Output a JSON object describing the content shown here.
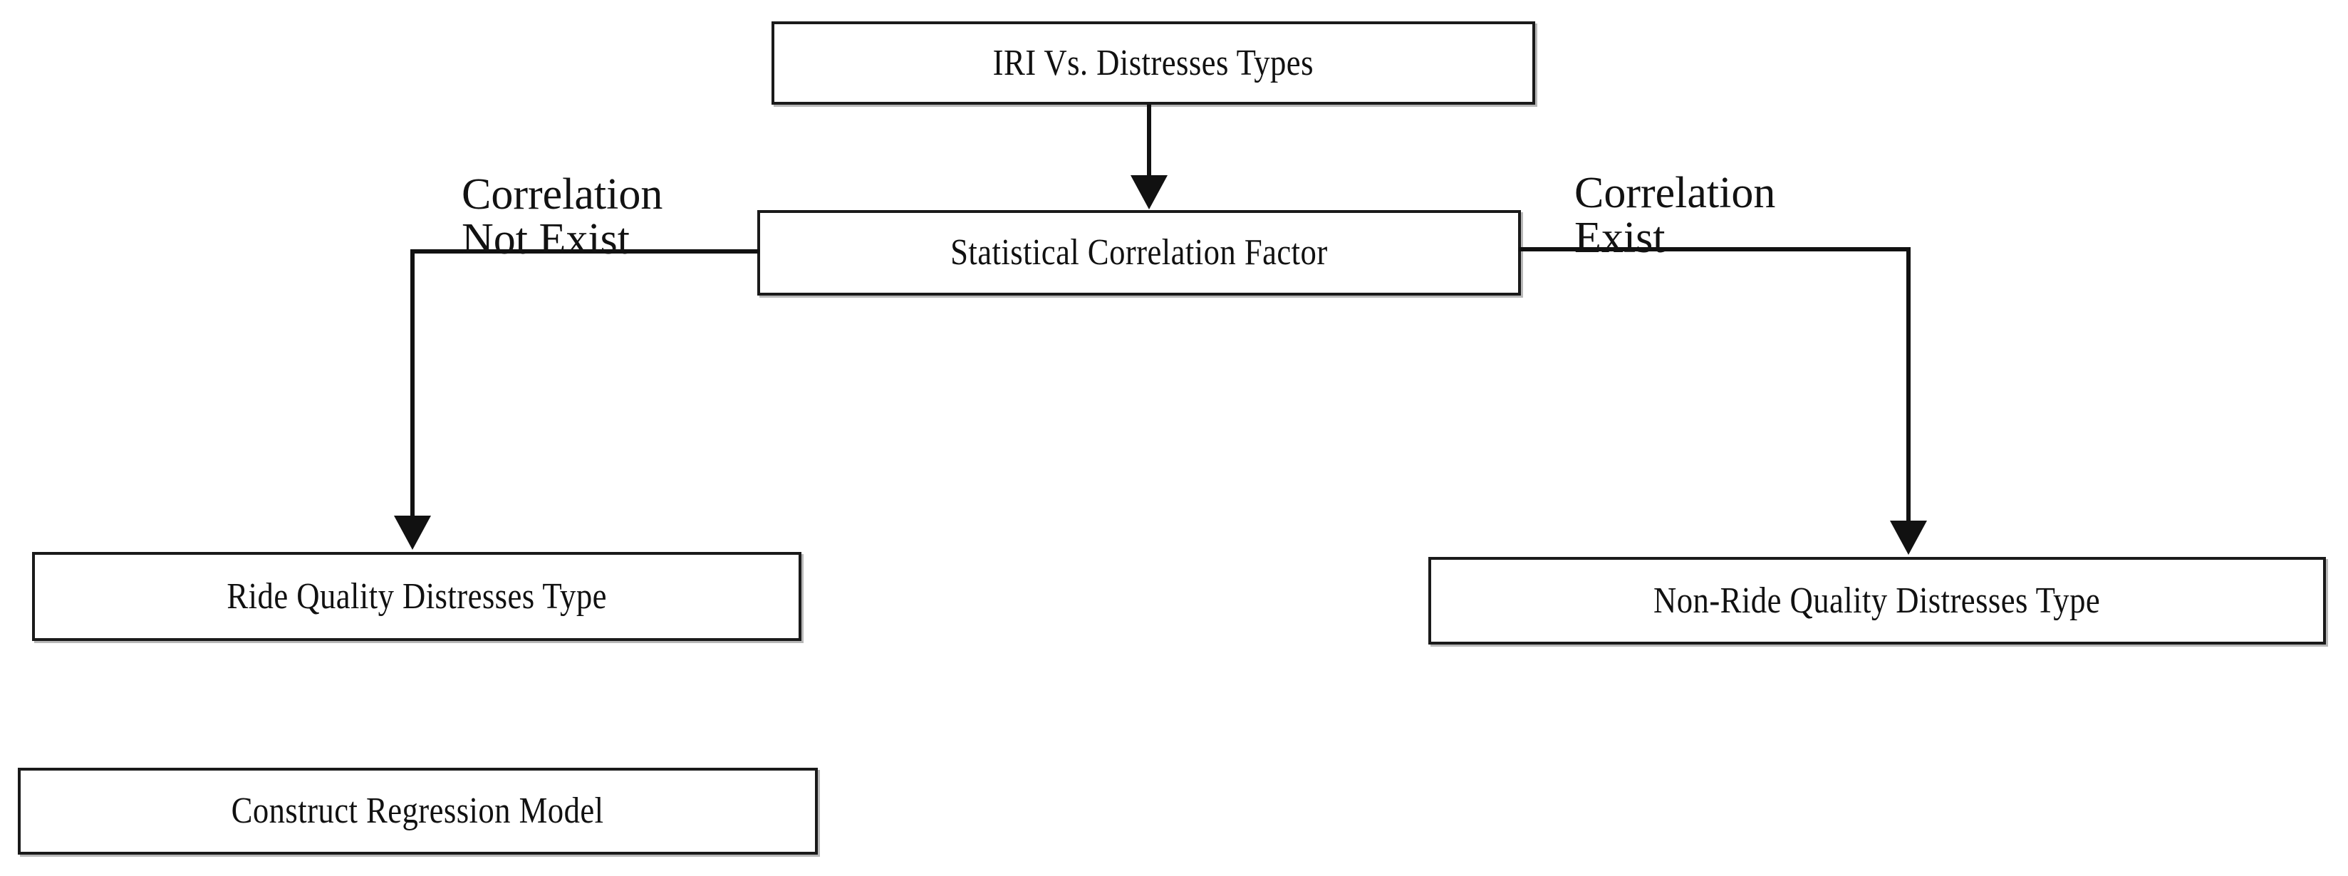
{
  "diagram": {
    "title": "IRI Vs. Distresses Types correlation decision flowchart",
    "type": "flowchart",
    "background_color": "#ffffff",
    "line_color": "#111111",
    "box_border_color": "#1a1a1a",
    "box_fill_color": "#ffffff"
  },
  "nodes": {
    "top": {
      "label": "IRI Vs. Distresses Types",
      "shape": "rectangle"
    },
    "middle": {
      "label": "Statistical Correlation Factor",
      "shape": "rectangle"
    },
    "left_outcome": {
      "label": "Ride Quality Distresses Type",
      "shape": "rectangle"
    },
    "right_outcome": {
      "label": "Non-Ride Quality Distresses Type",
      "shape": "rectangle"
    },
    "model": {
      "label": "Construct Regression Model",
      "shape": "rectangle"
    }
  },
  "edge_labels": {
    "left_branch": "Correlation\nNot Exist",
    "right_branch": "Correlation\nExist"
  },
  "edges": [
    {
      "from": "top",
      "to": "middle",
      "label": "",
      "arrow": true
    },
    {
      "from": "middle",
      "to": "left_outcome",
      "label": "Correlation Not Exist",
      "arrow": true
    },
    {
      "from": "middle",
      "to": "right_outcome",
      "label": "Correlation Exist",
      "arrow": true
    }
  ]
}
